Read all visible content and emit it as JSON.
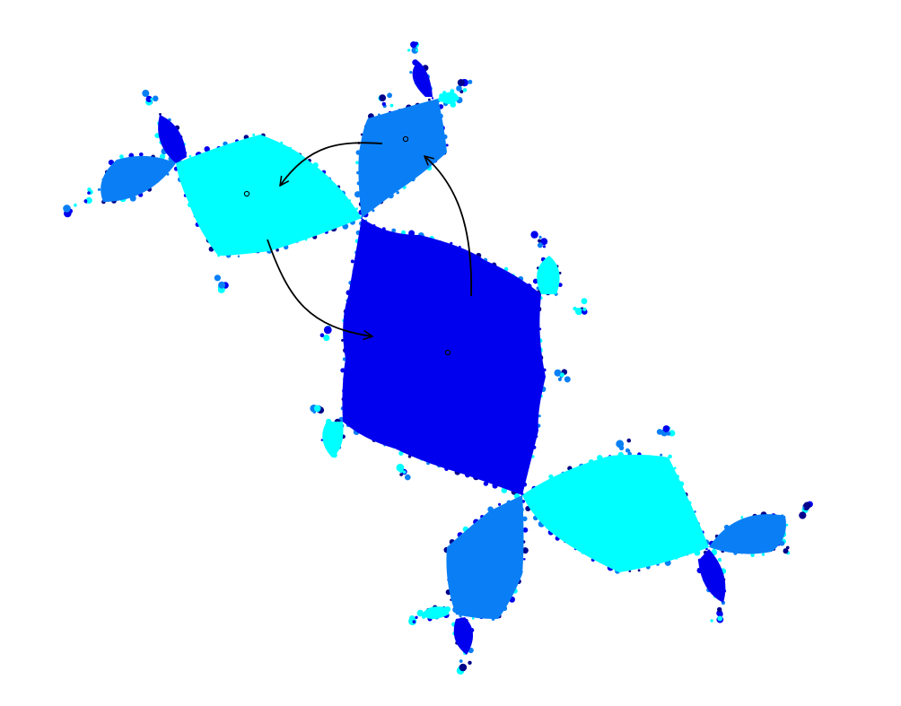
{
  "colors": {
    "background": "#ffffff",
    "basin_dark": "#0000ee",
    "basin_mid": "#0a7ff5",
    "basin_light": "#00ffff",
    "fringe_navy": "#00008b",
    "arrow": "#000000",
    "point_marker": "#000000"
  },
  "diagram": {
    "kind": "filled-julia-set",
    "cycle_period": 3,
    "cycle_points": [
      "dark-basin-center",
      "light-basin-center",
      "mid-basin-center"
    ],
    "arrow_count": 3
  }
}
